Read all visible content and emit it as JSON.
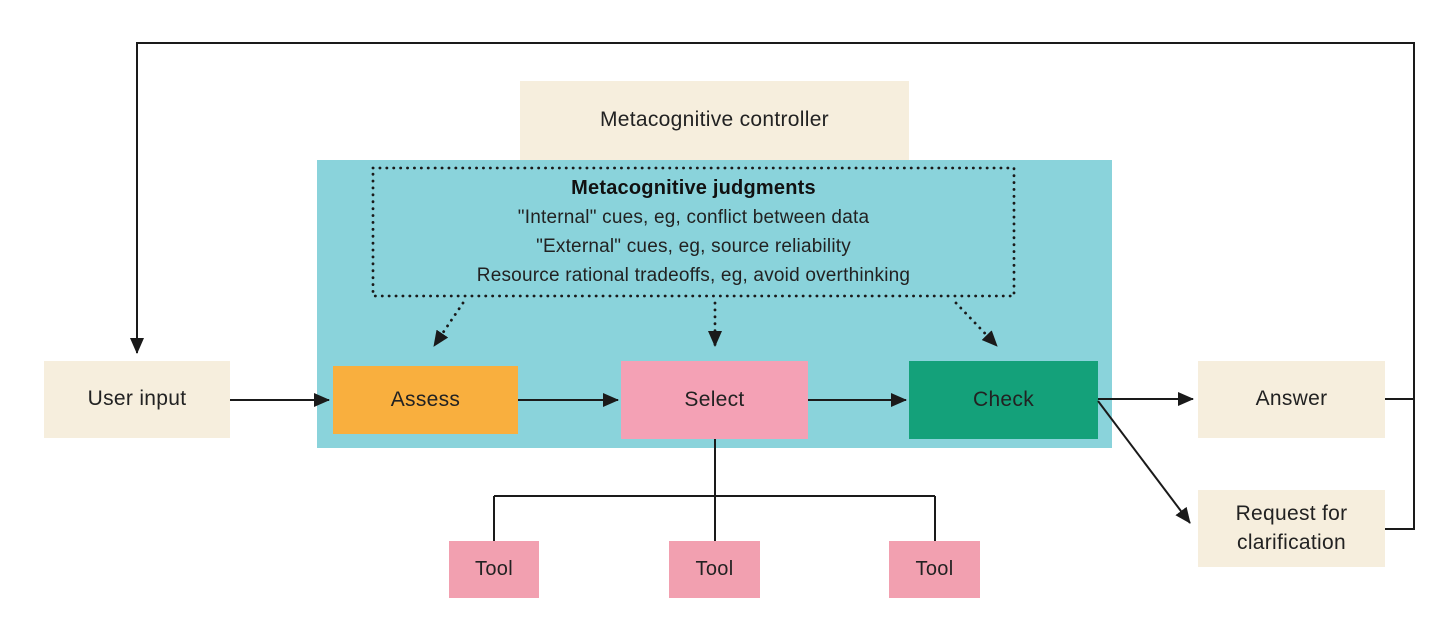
{
  "diagram": {
    "title": "Metacognitive controller",
    "panel": {
      "judgments_title": "Metacognitive judgments",
      "judgment_lines": [
        "\"Internal\" cues, eg, conflict between data",
        "\"External\" cues, eg, source reliability",
        "Resource rational tradeoffs, eg, avoid overthinking"
      ],
      "stages": {
        "assess": "Assess",
        "select": "Select",
        "check": "Check"
      }
    },
    "nodes": {
      "user_input": "User input",
      "answer": "Answer",
      "request_clarification": "Request for clarification"
    },
    "tools": [
      "Tool",
      "Tool",
      "Tool"
    ],
    "colors": {
      "cream": "#F6EEDD",
      "teal": "#8AD3DB",
      "orange": "#F9AF3E",
      "pink": "#F4A1B5",
      "tool_pink": "#F2A0B0",
      "green": "#14A17A",
      "line": "#1A1A1A",
      "text": "#222222"
    }
  }
}
